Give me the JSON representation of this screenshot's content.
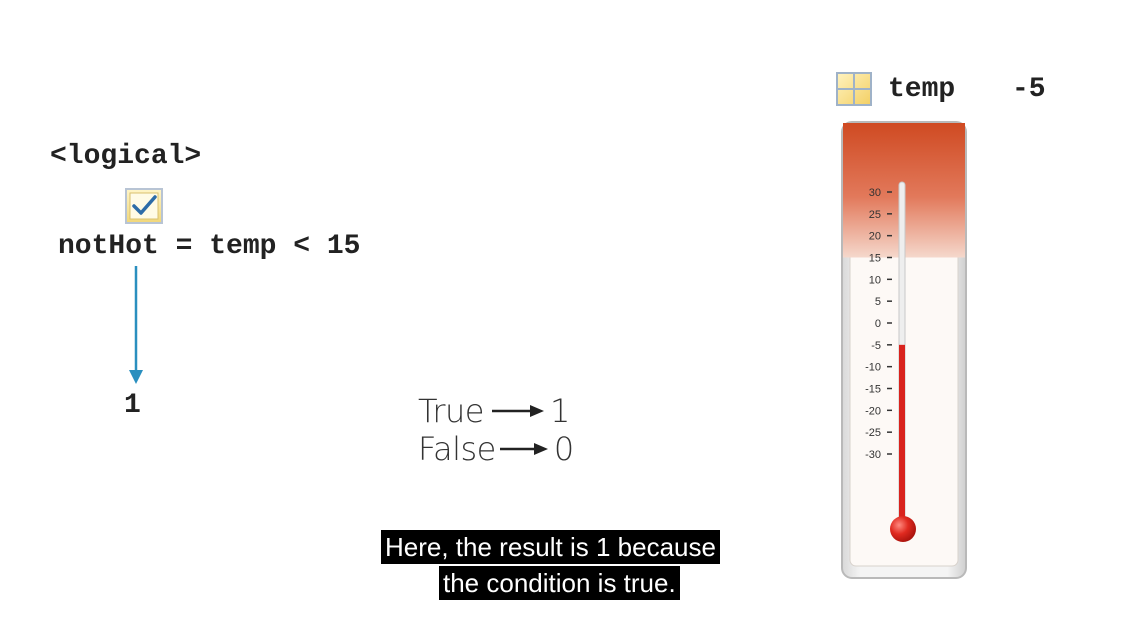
{
  "expression_panel": {
    "type_label": "<logical>",
    "expression": "notHot = temp < 15",
    "result": "1"
  },
  "mapping": {
    "true_label": "True",
    "true_value": "1",
    "false_label": "False",
    "false_value": "0"
  },
  "caption": {
    "line1": "Here, the result is 1 because",
    "line2": "the condition is true."
  },
  "variable": {
    "name": "temp",
    "value": "-5",
    "icon": "grid-variable-icon"
  },
  "thermometer": {
    "scale_labels": [
      "30",
      "25",
      "20",
      "15",
      "10",
      "5",
      "0",
      "-5",
      "-10",
      "-15",
      "-20",
      "-25",
      "-30"
    ],
    "scale_min": -30,
    "scale_max": 30,
    "current_value": -5,
    "hot_threshold": 15,
    "hot_color": "#d2532c",
    "mercury_color": "#d9231d"
  },
  "colors": {
    "arrow": "#2a8fbf",
    "caption_bg": "#000000",
    "caption_text": "#ffffff"
  }
}
